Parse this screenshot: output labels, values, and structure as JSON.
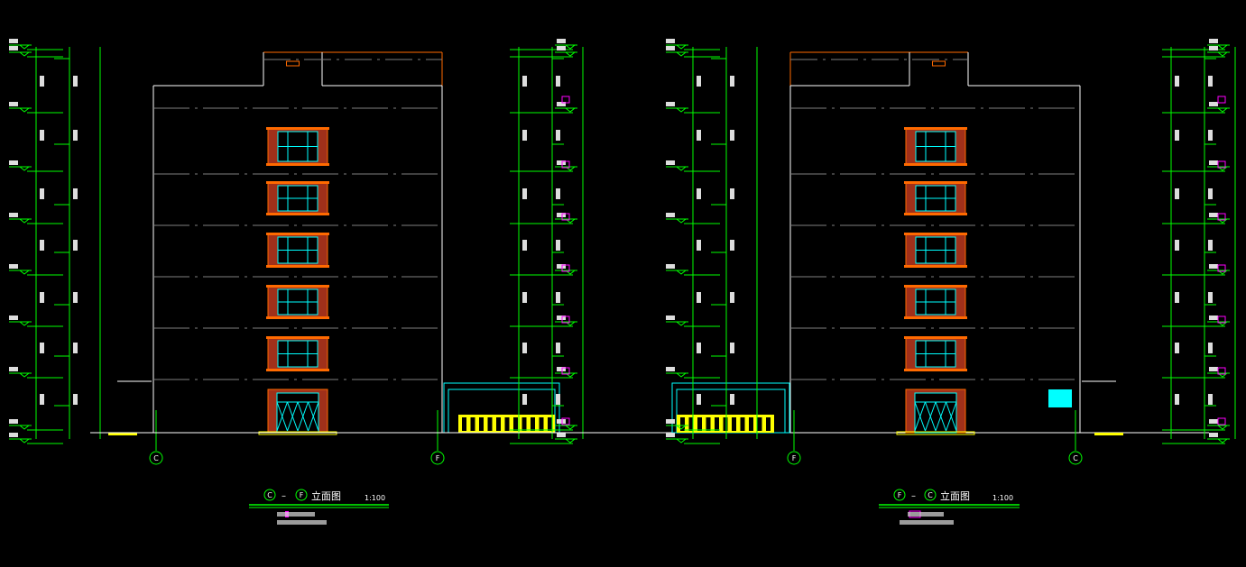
{
  "drawings": [
    {
      "id": "left",
      "axis_left": "C",
      "axis_right": "F",
      "title": "立面图",
      "dash": "–",
      "scale": "1:100"
    },
    {
      "id": "right",
      "axis_left": "F",
      "axis_right": "C",
      "title": "立面图",
      "dash": "–",
      "scale": "1:100"
    }
  ],
  "colors": {
    "dim": "#00ff00",
    "wall": "#ff6a00",
    "frame": "#c83a1a",
    "glass": "#00ffff",
    "line": "#ffffff",
    "grey": "#808080",
    "yellow": "#ffff00",
    "tag": "#ff00ff"
  }
}
